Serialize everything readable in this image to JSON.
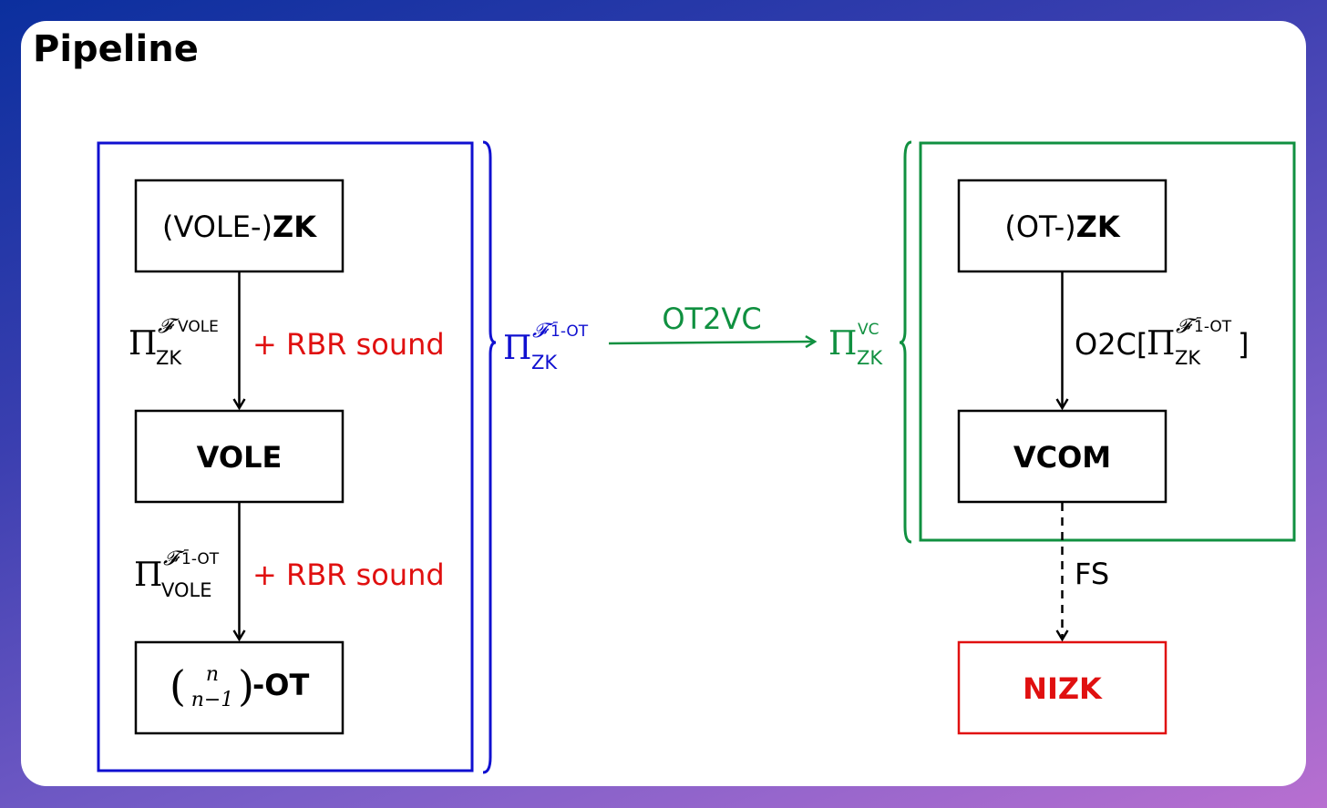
{
  "title": "Pipeline",
  "colors": {
    "blue": "#1010d0",
    "green": "#109040",
    "red": "#e01010",
    "black": "#000000"
  },
  "left_group": {
    "node_zk": {
      "prefix": "(VOLE-)",
      "bold": "ZK"
    },
    "node_vole": {
      "bold": "VOLE"
    },
    "node_ot": {
      "binom_top": "n",
      "binom_bottom": "n−1",
      "bold": "-OT"
    },
    "edge1": {
      "pi": "Π",
      "sup_f": "𝓕",
      "sup": "VOLE",
      "sub": "ZK",
      "extra": "+ RBR sound"
    },
    "edge2": {
      "pi": "Π",
      "sup_f": "𝓕",
      "sup": "1̄-OT",
      "sub": "VOLE",
      "extra": "+ RBR sound"
    },
    "brace_label": {
      "pi": "Π",
      "sup_f": "𝓕",
      "sup": "1̄-OT",
      "sub": "ZK"
    }
  },
  "middle": {
    "arrow_label": "OT2VC",
    "target": {
      "pi": "Π",
      "sup": "VC",
      "sub": "ZK"
    }
  },
  "right_group": {
    "node_zk": {
      "prefix": "(OT-)",
      "bold": "ZK"
    },
    "node_vcom": {
      "bold": "VCOM"
    },
    "node_nizk": {
      "bold": "NIZK"
    },
    "edge1": {
      "prefix": "O2C[",
      "pi": "Π",
      "sup_f": "𝓕",
      "sup": "1̄-OT",
      "sub": "ZK",
      "suffix": "]"
    },
    "edge2": {
      "label": "FS"
    }
  }
}
